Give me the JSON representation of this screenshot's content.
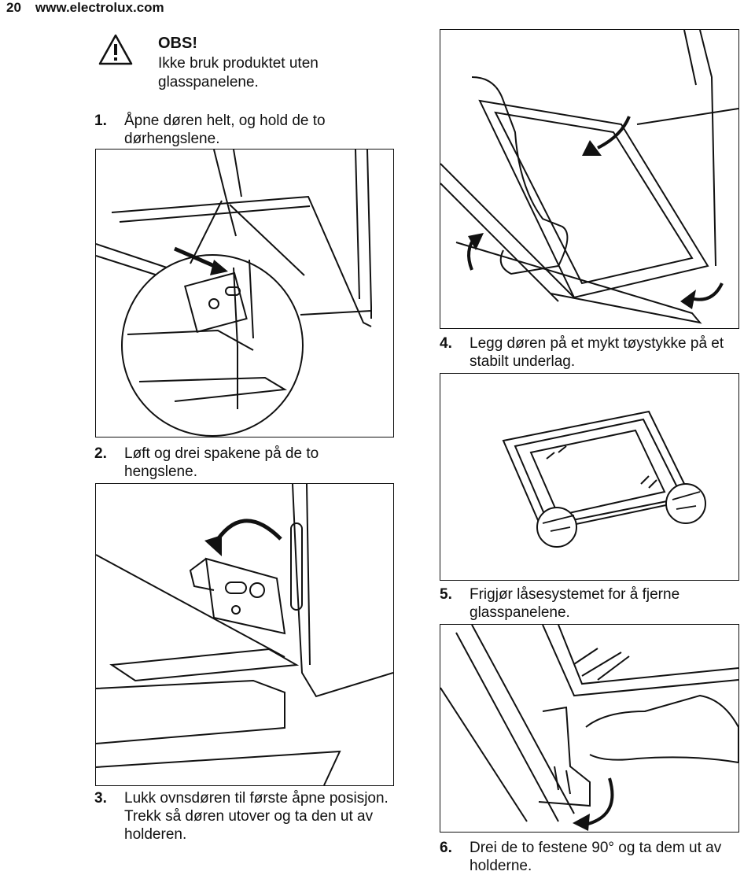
{
  "header": {
    "page_number": "20",
    "website": "www.electrolux.com"
  },
  "warning": {
    "icon": "warning-triangle-icon",
    "title": "OBS!",
    "text": "Ikke bruk produktet uten glasspanelene."
  },
  "steps": [
    {
      "number": "1.",
      "text": "Åpne døren helt, og hold de to dørhengslene."
    },
    {
      "number": "2.",
      "text": "Løft og drei spakene på de to hengslene."
    },
    {
      "number": "3.",
      "text": "Lukk ovnsdøren til første åpne posisjon. Trekk så døren utover og ta den ut av holderen."
    },
    {
      "number": "4.",
      "text": "Legg døren på et mykt tøystykke på et stabilt underlag."
    },
    {
      "number": "5.",
      "text": "Frigjør låsesystemet for å fjerne glasspanelene."
    },
    {
      "number": "6.",
      "text": "Drei de to festene 90° og ta dem ut av holderne."
    }
  ]
}
